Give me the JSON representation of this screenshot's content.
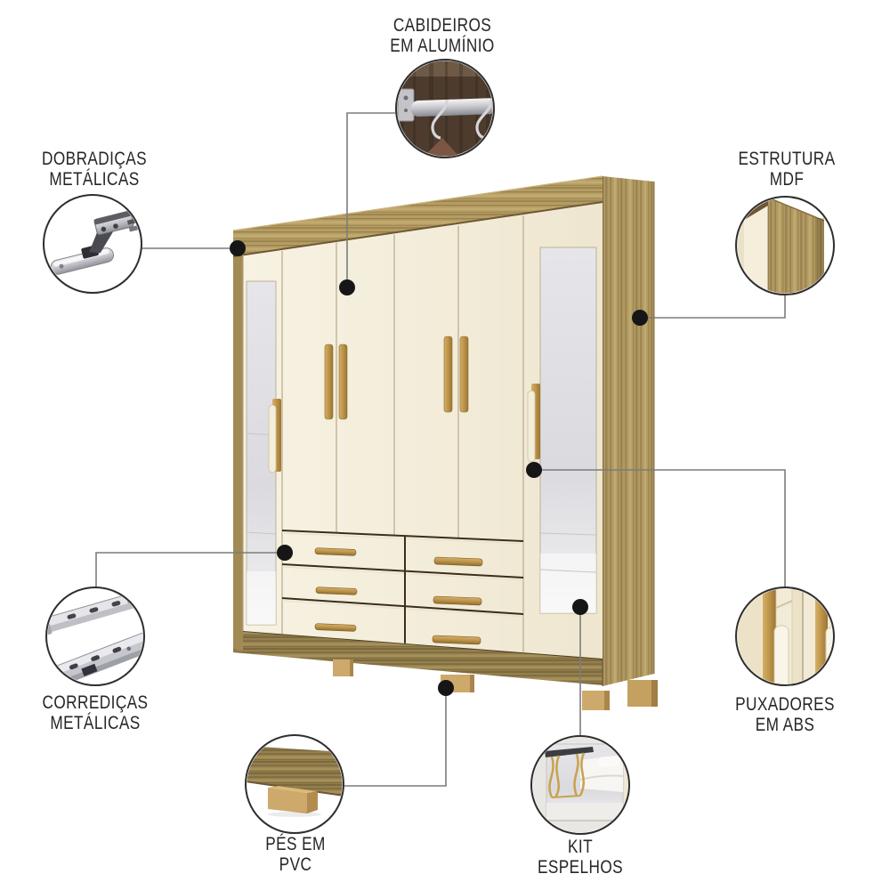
{
  "page": {
    "background": "#ffffff",
    "description": "Product feature diagram of a 6-door wardrobe with mirrored doors, 6 drawers and seven feature callouts"
  },
  "wardrobe": {
    "colors": {
      "wood": "#b19a62",
      "wood_dark": "#8a7244",
      "base_wood": "#94804f",
      "door_cream": "#f2ecd9",
      "mirror": "#e2e2e6",
      "handle_gold": "#bb934a",
      "handle_cream": "#f3edda",
      "foot_tan": "#cda96b",
      "label_text": "#262626",
      "connector_line": "#7c7c7c",
      "dot": "#161616"
    }
  },
  "callouts": [
    {
      "id": "cabideiros",
      "icon": "aluminum-hanging-rail-icon",
      "lines": [
        "CABIDEIROS",
        "EM ALUMÍNIO"
      ]
    },
    {
      "id": "dobradicas",
      "icon": "metal-hinge-icon",
      "lines": [
        "DOBRADIÇAS",
        "METÁLICAS"
      ]
    },
    {
      "id": "estrutura",
      "icon": "mdf-panel-icon",
      "lines": [
        "ESTRUTURA",
        "MDF"
      ]
    },
    {
      "id": "corredicas",
      "icon": "metal-drawer-slide-icon",
      "lines": [
        "CORREDIÇAS",
        "METÁLICAS"
      ]
    },
    {
      "id": "puxadores",
      "icon": "abs-handle-icon",
      "lines": [
        "PUXADORES",
        "EM ABS"
      ]
    },
    {
      "id": "pes",
      "icon": "pvc-foot-icon",
      "lines": [
        "PÉS EM",
        "PVC"
      ]
    },
    {
      "id": "kit_espelhos",
      "icon": "mirror-kit-icon",
      "lines": [
        "KIT",
        "ESPELHOS"
      ]
    }
  ]
}
